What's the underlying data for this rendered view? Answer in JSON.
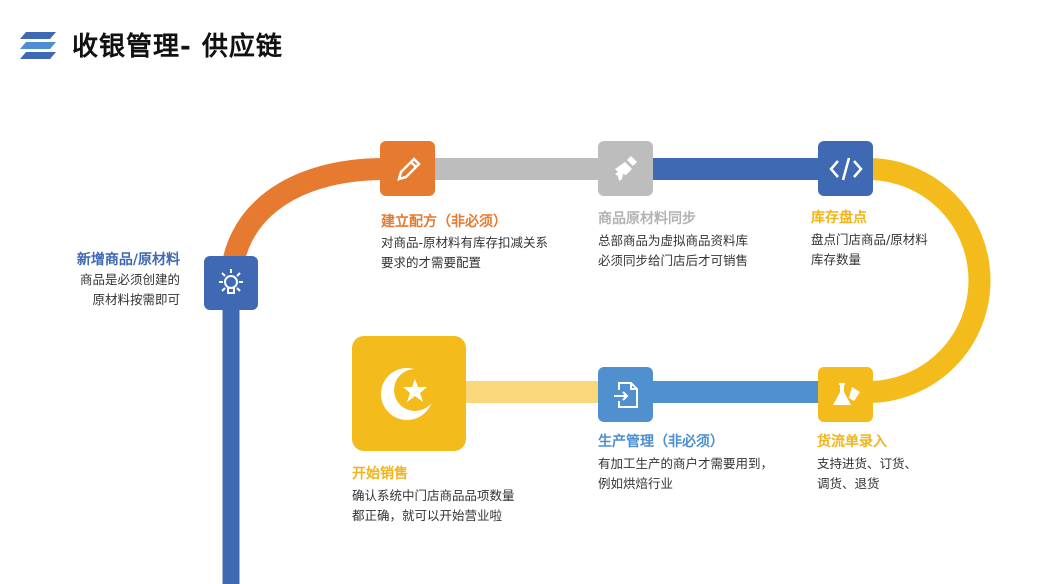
{
  "header": {
    "title": "收银管理- 供应链",
    "logo_icon": "stacked-layers-icon"
  },
  "colors": {
    "blue": "#3f69b2",
    "orange": "#e57a30",
    "gray": "#bdbdbd",
    "yellow": "#f4bb1d",
    "light_blue": "#5090cf",
    "light_yellow": "#fad77a"
  },
  "steps": [
    {
      "title": "新增商品/原材料",
      "lines": [
        "商品是必须创建的",
        "原材料按需即可"
      ],
      "icon": "lightbulb-icon"
    },
    {
      "title": "建立配方（非必须）",
      "lines": [
        "对商品-原材料有库存扣减关系",
        "要求的才需要配置"
      ],
      "icon": "pencil-icon"
    },
    {
      "title": "商品原材料同步",
      "lines": [
        "总部商品为虚拟商品资料库",
        "必须同步给门店后才可销售"
      ],
      "icon": "paint-brush-icon"
    },
    {
      "title": "库存盘点",
      "lines": [
        "盘点门店商品/原材料",
        "库存数量"
      ],
      "icon": "code-icon"
    },
    {
      "title": "货流单录入",
      "lines": [
        "支持进货、订货、",
        "调货、退货"
      ],
      "icon": "flask-icon"
    },
    {
      "title": "生产管理（非必须）",
      "lines": [
        "有加工生产的商户才需要用到，",
        "例如烘焙行业"
      ],
      "icon": "file-import-icon"
    },
    {
      "title": "开始销售",
      "lines": [
        "确认系统中门店商品品项数量",
        "都正确，就可以开始营业啦"
      ],
      "icon": "crescent-star-icon"
    }
  ]
}
